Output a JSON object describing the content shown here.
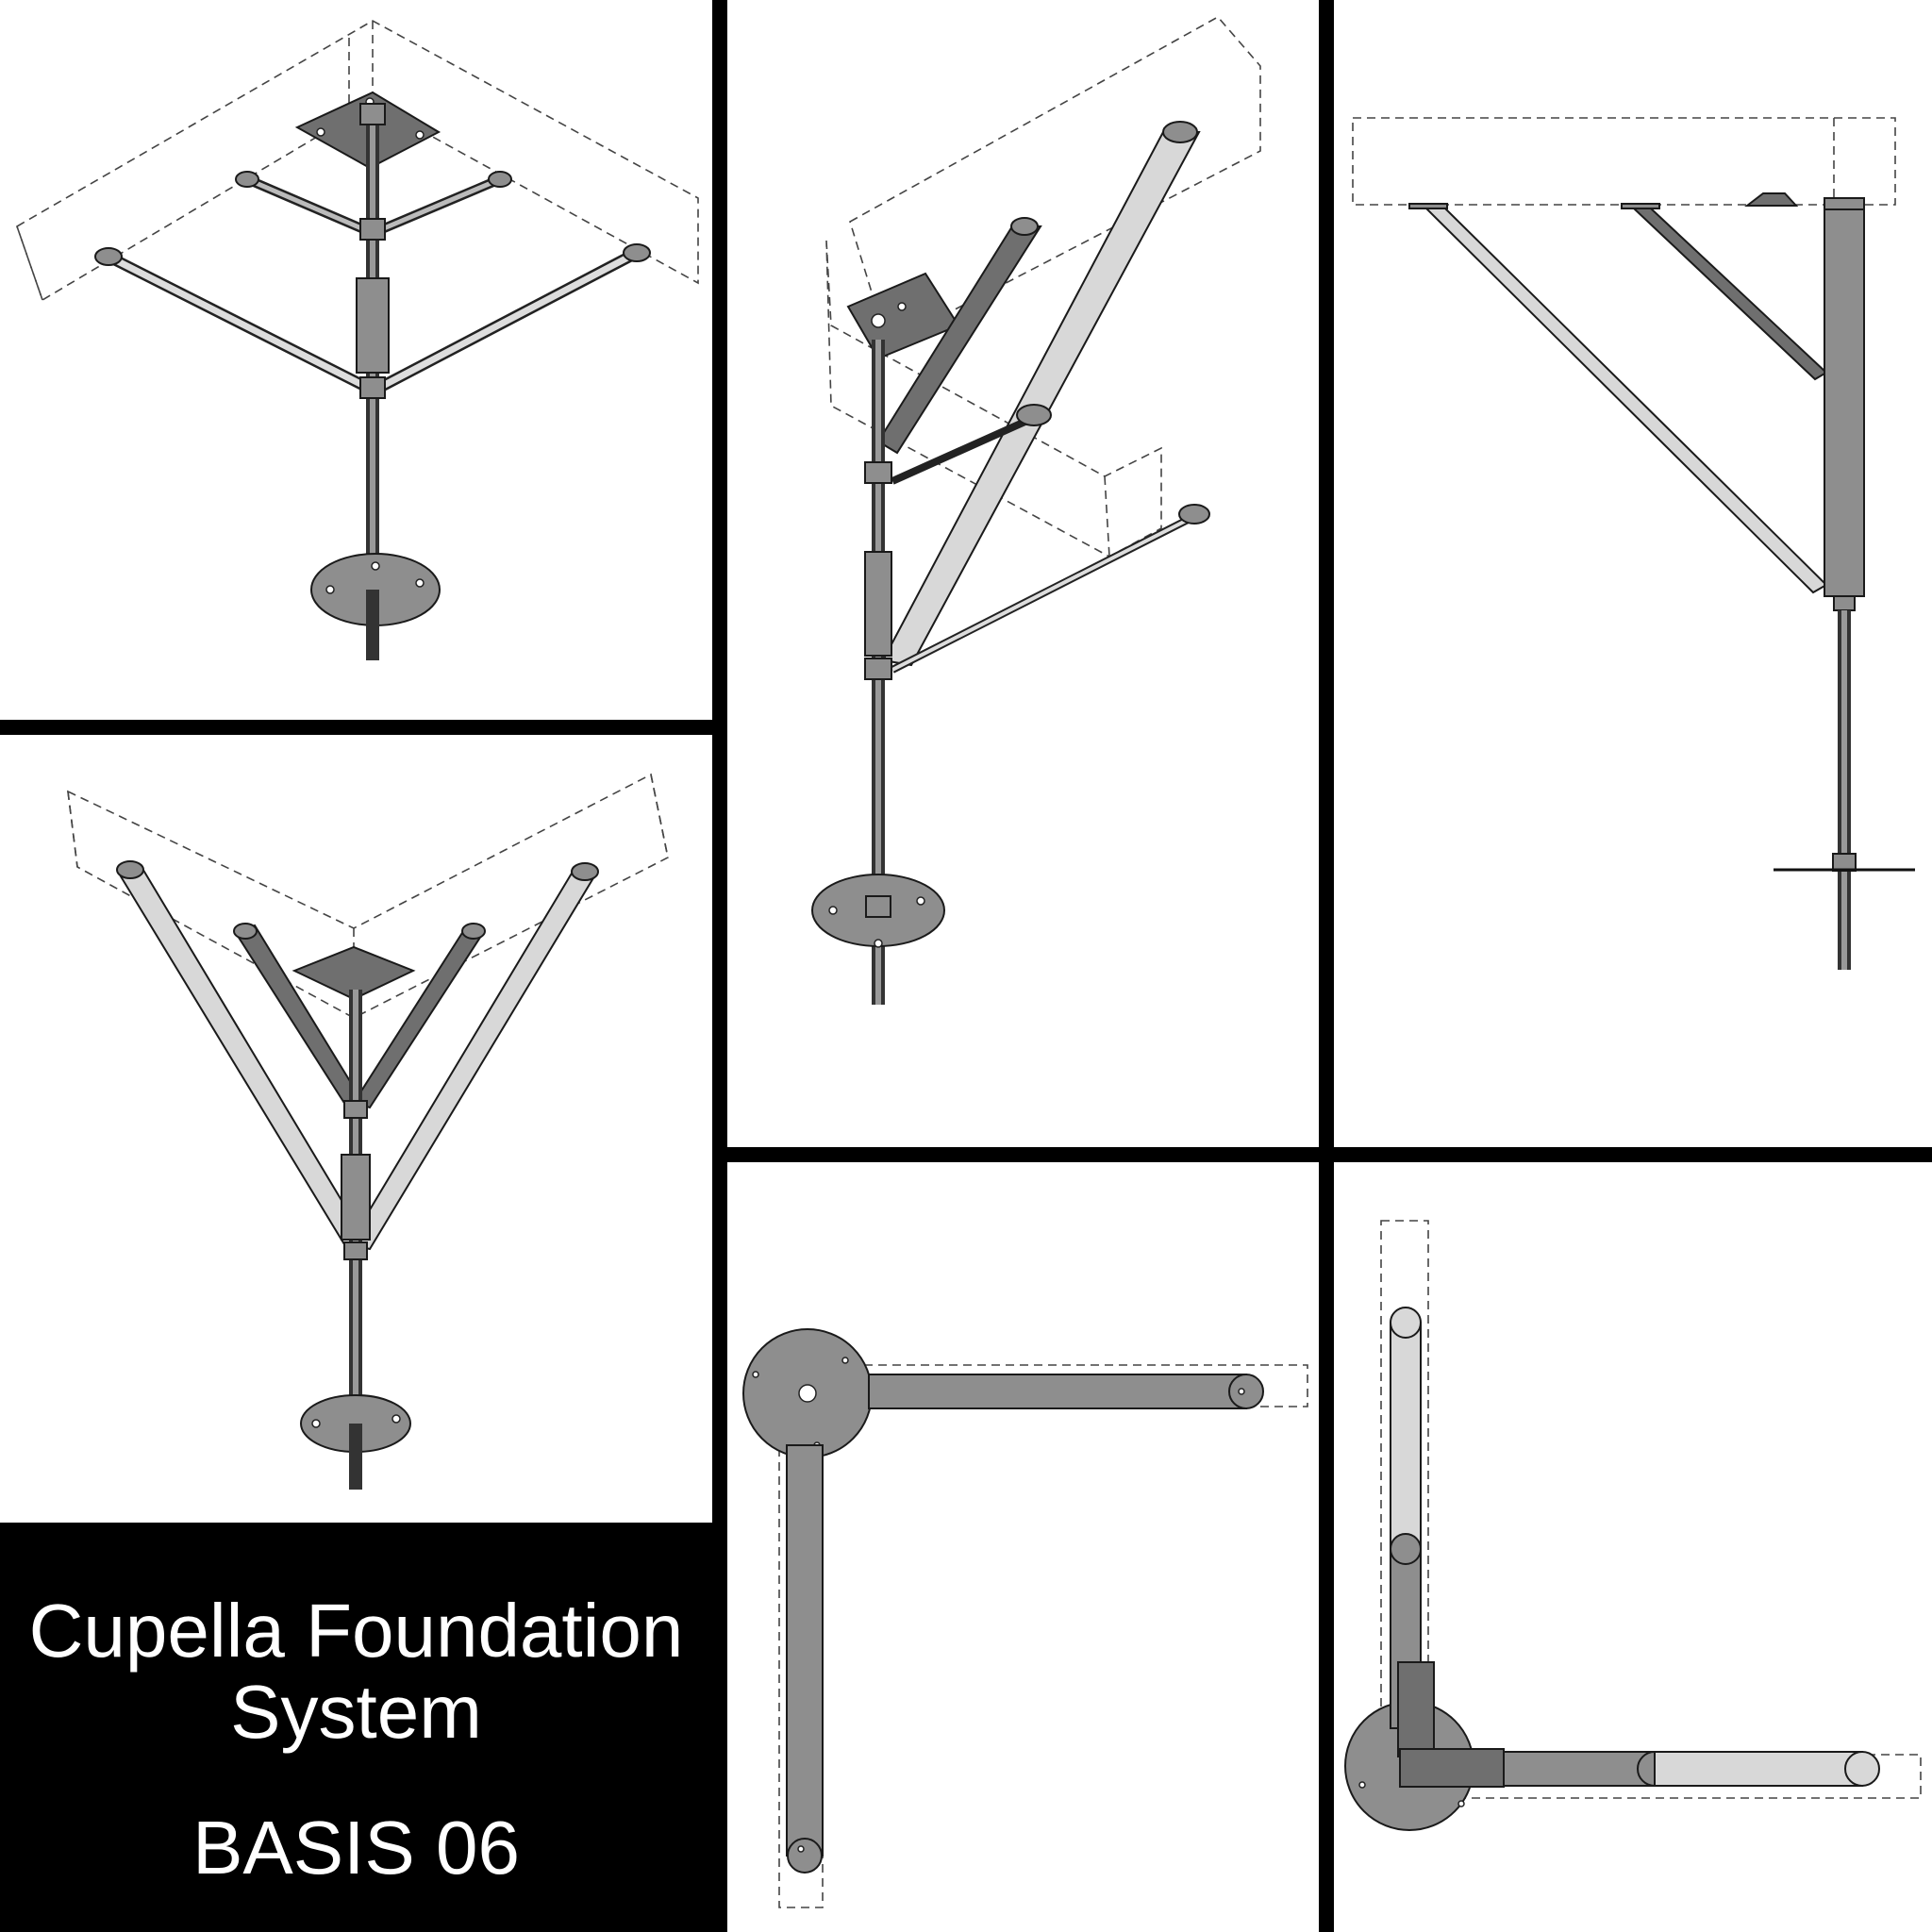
{
  "caption": {
    "title": "Cupella Foundation\nSystem",
    "model": "BASIS 06"
  },
  "colors": {
    "background": "#000000",
    "panel": "#ffffff",
    "steel": "#8e8e8e",
    "steel_dark": "#6f6f6f",
    "steel_light": "#d8d8d8",
    "caption_text": "#ffffff"
  },
  "views": [
    {
      "name": "iso-bottom-view"
    },
    {
      "name": "iso-front-view"
    },
    {
      "name": "iso-side-view"
    },
    {
      "name": "elevation-view"
    },
    {
      "name": "plan-view-a"
    },
    {
      "name": "plan-view-b"
    }
  ]
}
